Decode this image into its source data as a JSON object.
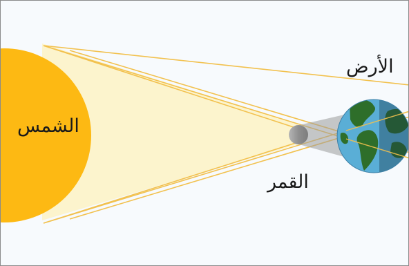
{
  "labels": {
    "sun": "الشمس",
    "moon": "القمر",
    "earth": "الأرض"
  },
  "colors": {
    "background": "#f7fafd",
    "border": "#8a8a8a",
    "sun": "#fdb913",
    "rays": "#f2c14e",
    "light_cone": "#fdf2c4",
    "moon_dark": "#8e8e8e",
    "moon_light": "#d8d8d8",
    "ocean": "#5aaed6",
    "land": "#2e6e2a"
  }
}
